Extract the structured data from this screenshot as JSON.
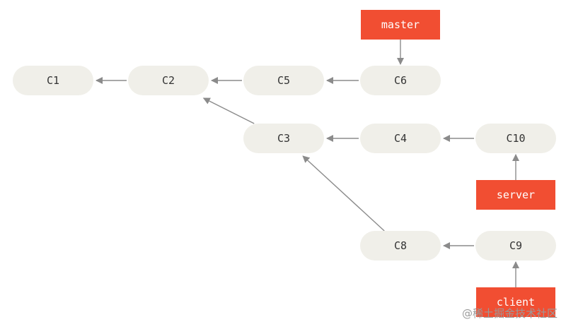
{
  "commits": [
    {
      "id": "C1",
      "label": "C1"
    },
    {
      "id": "C2",
      "label": "C2"
    },
    {
      "id": "C5",
      "label": "C5"
    },
    {
      "id": "C6",
      "label": "C6"
    },
    {
      "id": "C3",
      "label": "C3"
    },
    {
      "id": "C4",
      "label": "C4"
    },
    {
      "id": "C10",
      "label": "C10"
    },
    {
      "id": "C8",
      "label": "C8"
    },
    {
      "id": "C9",
      "label": "C9"
    }
  ],
  "parents": [
    {
      "from": "C2",
      "to": "C1"
    },
    {
      "from": "C5",
      "to": "C2"
    },
    {
      "from": "C6",
      "to": "C5"
    },
    {
      "from": "C3",
      "to": "C2"
    },
    {
      "from": "C4",
      "to": "C3"
    },
    {
      "from": "C10",
      "to": "C4"
    },
    {
      "from": "C8",
      "to": "C3"
    },
    {
      "from": "C9",
      "to": "C8"
    }
  ],
  "refs": [
    {
      "id": "master",
      "label": "master",
      "target": "C6"
    },
    {
      "id": "server",
      "label": "server",
      "target": "C10"
    },
    {
      "id": "client",
      "label": "client",
      "target": "C9"
    }
  ],
  "colors": {
    "commit_fill": "#f0efe9",
    "ref_fill": "#f14e32",
    "edge": "#8b8b8b"
  },
  "watermark": "@稀土掘金技术社区"
}
